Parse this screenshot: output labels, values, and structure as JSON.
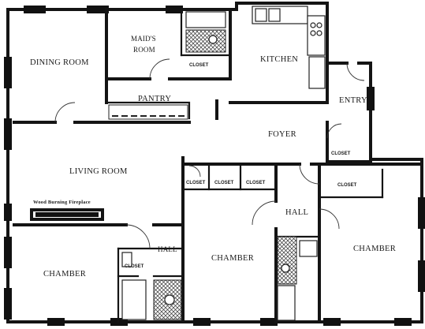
{
  "rooms": {
    "dining_room": "DINING ROOM",
    "maids_room_line1": "MAID'S",
    "maids_room_line2": "ROOM",
    "kitchen": "KITCHEN",
    "pantry": "PANTRY",
    "entry": "ENTRY",
    "foyer": "FOYER",
    "living_room": "LIVING ROOM",
    "fireplace": "Wood Burning Fireplace",
    "chamber_left": "CHAMBER",
    "chamber_center": "CHAMBER",
    "chamber_right": "CHAMBER",
    "hall_left": "HALL",
    "hall_right": "HALL"
  },
  "closets": {
    "maid": "CLOSET",
    "entry": "CLOSET",
    "row_a": "CLOSET",
    "row_b": "CLOSET",
    "row_c": "CLOSET",
    "right_chamber": "CLOSET",
    "left_chamber": "CLOSET"
  }
}
